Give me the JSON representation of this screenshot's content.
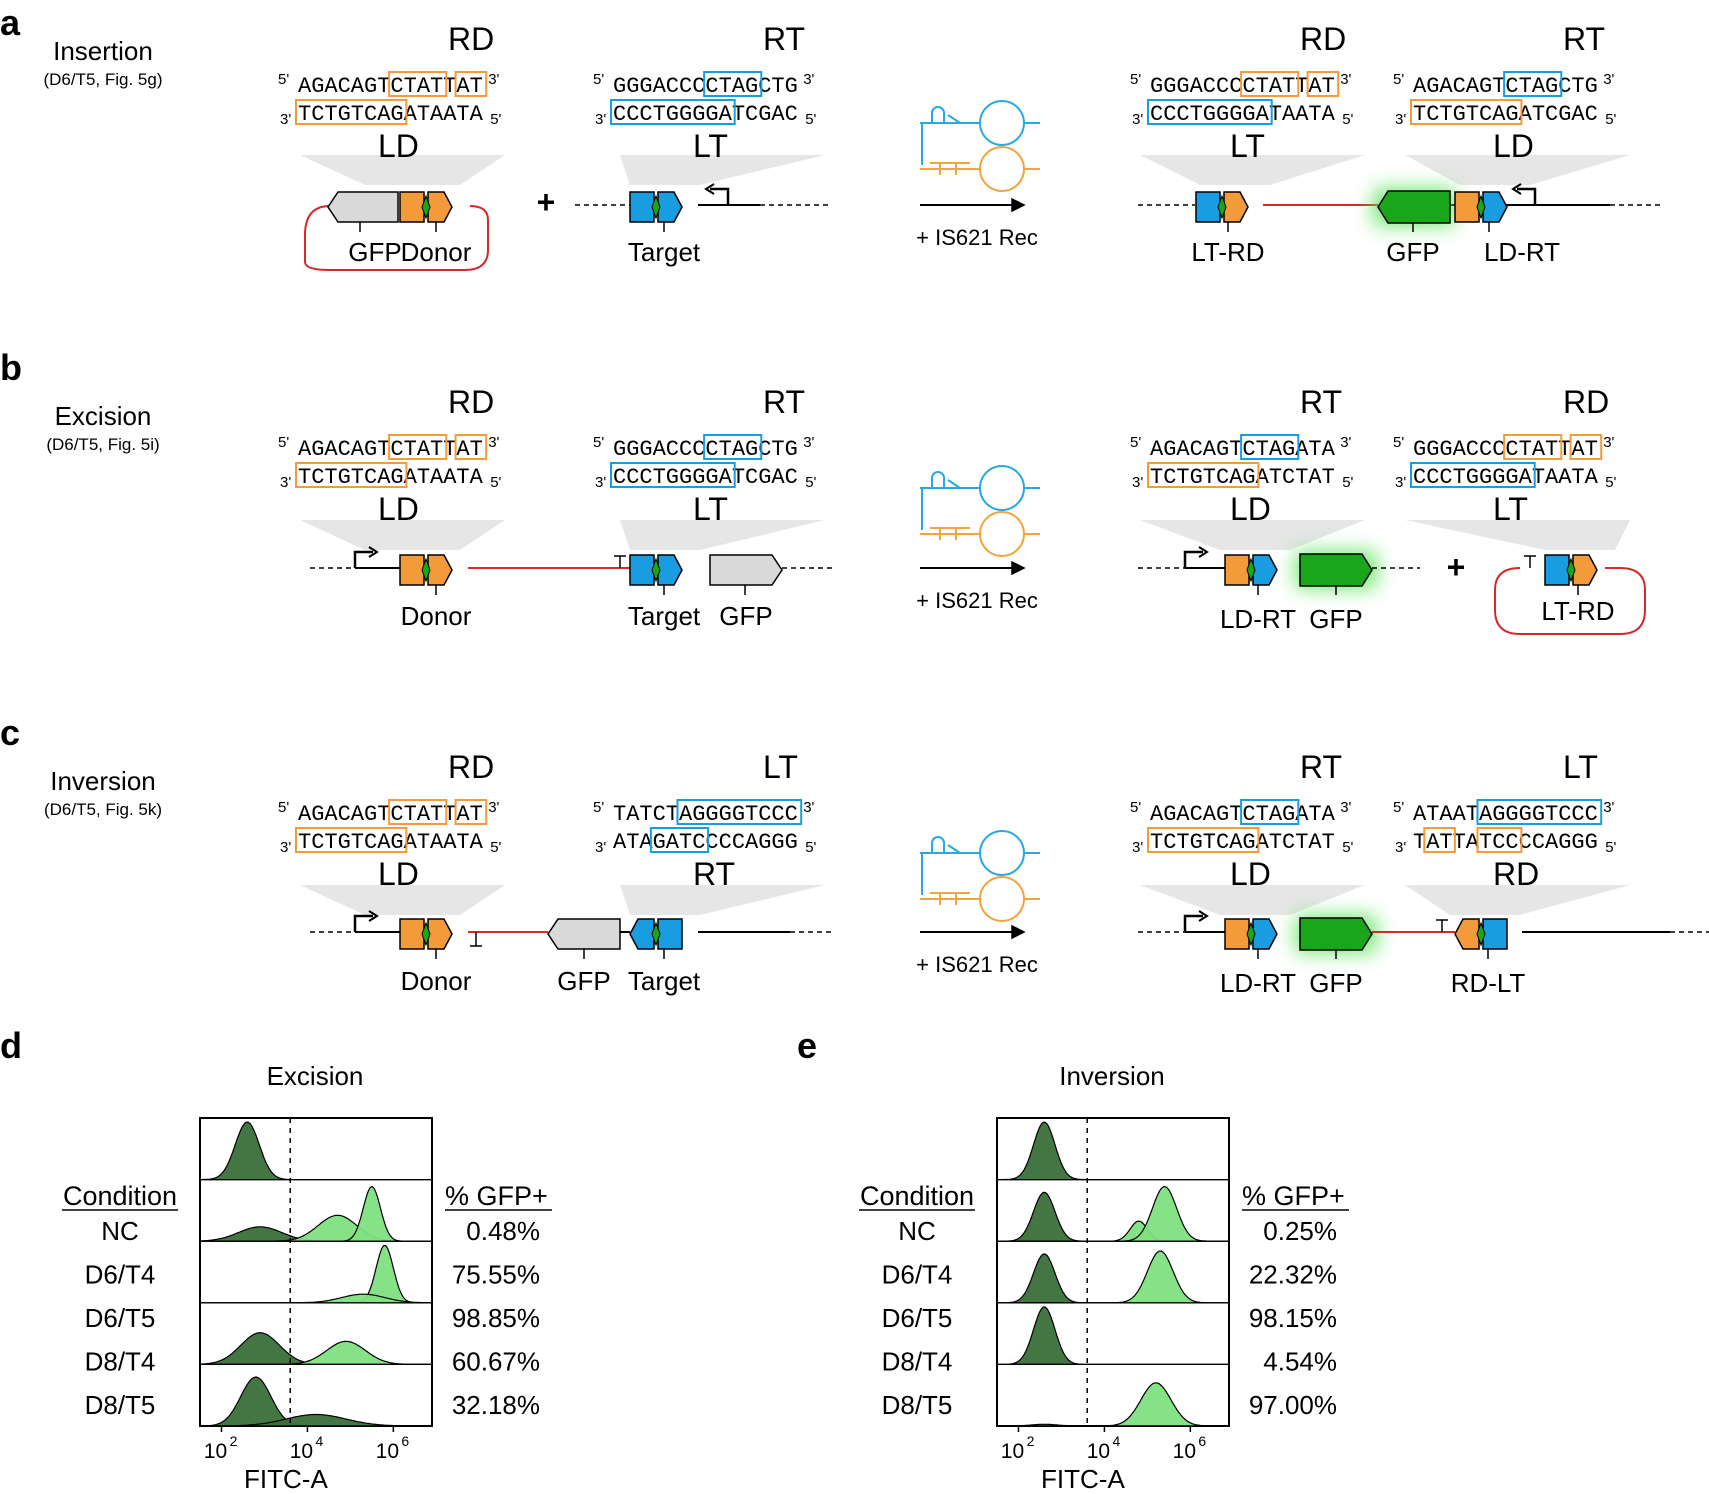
{
  "colors": {
    "orange": "#f39a3a",
    "blue": "#1a9de0",
    "green": "#1aa61a",
    "red": "#d42a2a",
    "gray": "#d9d9d9",
    "lightGray": "#e6e6e6",
    "darkHist": "#3a6f3a",
    "lightHist": "#7fe07f",
    "rnaBlue": "#2aa8e0",
    "rnaOrange": "#f0a640"
  },
  "panels": {
    "a": {
      "letter": "a",
      "title": "Insertion",
      "subtitle": "(D6/T5, Fig. 5g)",
      "left": [
        {
          "top": "RD",
          "bot": "LD",
          "s1": "AGACAGTCTATTAT",
          "s2": "TCTGTCAGATAATA"
        },
        {
          "top": "RT",
          "bot": "LT",
          "s1": "GGGACCCCTAGCTG",
          "s2": "CCCTGGGGATCGAC"
        }
      ],
      "plus": "+",
      "labels": {
        "gfp": "GFP",
        "donor": "Donor",
        "target": "Target"
      },
      "arrow": "+ IS621 Rec",
      "right": [
        {
          "top": "RD",
          "bot": "LT",
          "s1": "GGGACCCCTATTAT",
          "s2": "CCCTGGGGATAATA"
        },
        {
          "top": "RT",
          "bot": "LD",
          "s1": "AGACAGTCTAGCTG",
          "s2": "TCTGTCAGATCGAC"
        }
      ],
      "rlabels": {
        "a": "LT-RD",
        "b": "GFP",
        "c": "LD-RT"
      }
    },
    "b": {
      "letter": "b",
      "title": "Excision",
      "subtitle": "(D6/T5, Fig. 5i)",
      "left": [
        {
          "top": "RD",
          "bot": "LD",
          "s1": "AGACAGTCTATTAT",
          "s2": "TCTGTCAGATAATA"
        },
        {
          "top": "RT",
          "bot": "LT",
          "s1": "GGGACCCCTAGCTG",
          "s2": "CCCTGGGGATCGAC"
        }
      ],
      "labels": {
        "donor": "Donor",
        "target": "Target",
        "gfp": "GFP"
      },
      "arrow": "+ IS621 Rec",
      "right": [
        {
          "top": "RT",
          "bot": "LD",
          "s1": "AGACAGTCTAGATA",
          "s2": "TCTGTCAGATCTAT"
        },
        {
          "top": "RD",
          "bot": "LT",
          "s1": "GGGACCCCTATTAT",
          "s2": "CCCTGGGGATAATA"
        }
      ],
      "plus": "+",
      "rlabels": {
        "a": "LD-RT",
        "b": "GFP",
        "c": "LT-RD"
      }
    },
    "c": {
      "letter": "c",
      "title": "Inversion",
      "subtitle": "(D6/T5, Fig. 5k)",
      "left": [
        {
          "top": "RD",
          "bot": "LD",
          "s1": "AGACAGTCTATTAT",
          "s2": "TCTGTCAGATAATA"
        },
        {
          "top": "LT",
          "bot": "RT",
          "s1": "TATCTAGGGGTCCC",
          "s2": "ATAGATCCCCAGGG"
        }
      ],
      "labels": {
        "donor": "Donor",
        "gfp": "GFP",
        "target": "Target"
      },
      "arrow": "+ IS621 Rec",
      "right": [
        {
          "top": "RT",
          "bot": "LD",
          "s1": "AGACAGTCTAGATA",
          "s2": "TCTGTCAGATCTAT"
        },
        {
          "top": "LT",
          "bot": "RD",
          "s1": "ATAATAGGGGTCCC",
          "s2": "TATTATCCCCAGGG"
        }
      ],
      "rlabels": {
        "a": "LD-RT",
        "b": "GFP",
        "c": "RD-LT"
      }
    },
    "d": {
      "letter": "d",
      "title": "Excision",
      "cond_header": "Condition",
      "pct_header": "% GFP+",
      "rows": [
        {
          "c": "NC",
          "p": "0.48%"
        },
        {
          "c": "D6/T4",
          "p": "75.55%"
        },
        {
          "c": "D6/T5",
          "p": "98.85%"
        },
        {
          "c": "D8/T4",
          "p": "60.67%"
        },
        {
          "c": "D8/T5",
          "p": "32.18%"
        }
      ],
      "xlabel": "FITC-A"
    },
    "e": {
      "letter": "e",
      "title": "Inversion",
      "cond_header": "Condition",
      "pct_header": "% GFP+",
      "rows": [
        {
          "c": "NC",
          "p": "0.25%"
        },
        {
          "c": "D6/T4",
          "p": "22.32%"
        },
        {
          "c": "D6/T5",
          "p": "98.15%"
        },
        {
          "c": "D8/T4",
          "p": "4.54%"
        },
        {
          "c": "D8/T5",
          "p": "97.00%"
        }
      ],
      "xlabel": "FITC-A"
    }
  },
  "chart_data": [
    {
      "type": "area",
      "title": "Excision",
      "x_scale": "log",
      "xticks": [
        "10",
        "10",
        "10"
      ],
      "xtick_exps": [
        "2",
        "4",
        "6"
      ],
      "xlabel": "FITC-A",
      "series": [
        {
          "name": "NC",
          "values": [
            0.48
          ]
        },
        {
          "name": "D6/T4",
          "values": [
            75.55
          ]
        },
        {
          "name": "D6/T5",
          "values": [
            98.85
          ]
        },
        {
          "name": "D8/T4",
          "values": [
            60.67
          ]
        },
        {
          "name": "D8/T5",
          "values": [
            32.18
          ]
        }
      ]
    },
    {
      "type": "area",
      "title": "Inversion",
      "x_scale": "log",
      "xticks": [
        "10",
        "10",
        "10"
      ],
      "xtick_exps": [
        "2",
        "4",
        "6"
      ],
      "xlabel": "FITC-A",
      "series": [
        {
          "name": "NC",
          "values": [
            0.25
          ]
        },
        {
          "name": "D6/T4",
          "values": [
            22.32
          ]
        },
        {
          "name": "D6/T5",
          "values": [
            98.15
          ]
        },
        {
          "name": "D8/T4",
          "values": [
            4.54
          ]
        },
        {
          "name": "D8/T5",
          "values": [
            97.0
          ]
        }
      ]
    }
  ]
}
